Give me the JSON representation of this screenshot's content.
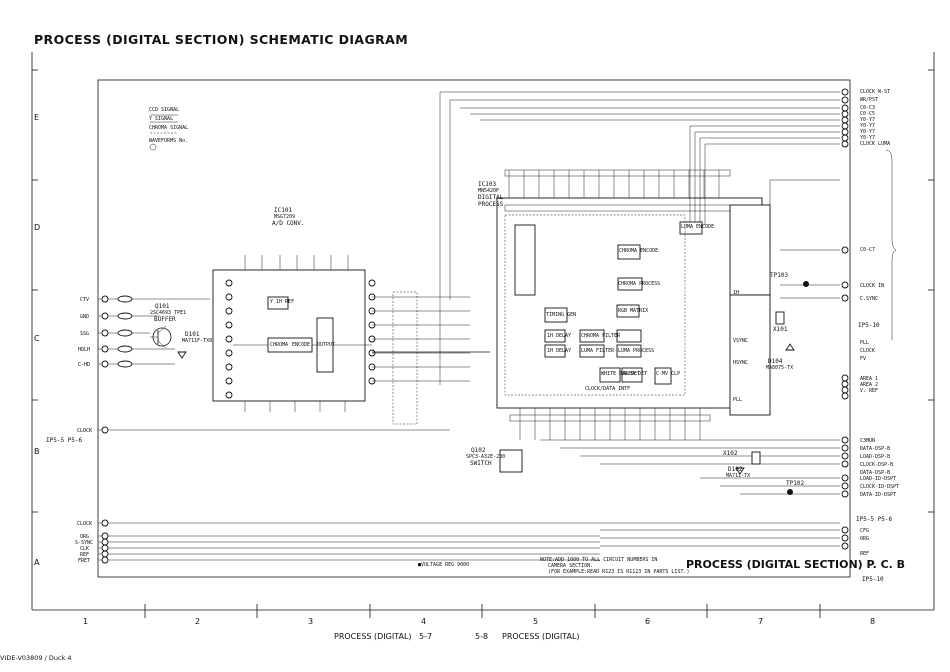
{
  "diagram": {
    "title": "PROCESS (DIGITAL SECTION) SCHEMATIC DIAGRAM",
    "pcb_title": "PROCESS (DIGITAL SECTION) P. C. B",
    "row_labels": [
      "E",
      "D",
      "C",
      "B",
      "A"
    ],
    "column_labels": [
      "1",
      "2",
      "3",
      "4",
      "5",
      "6",
      "7",
      "8"
    ],
    "footer_left": "PROCESS (DIGITAL)",
    "footer_page_left": "5-7",
    "footer_page_right": "5-8",
    "footer_right": "PROCESS (DIGITAL)",
    "footnote": "VIDE-V03809 / Duck 4",
    "note_lines": [
      "NOTE:ADD 1000 TO ALL CIRCUIT NUMBERS IN",
      "CAMERA SECTION.",
      "(FOR EXAMPLE:READ R123 IS R1123 IN PARTS LIST.)"
    ],
    "legend": [
      "CCD SIGNAL",
      "Y SIGNAL",
      "CHROMA SIGNAL",
      "WAVEFORMS No."
    ],
    "ic101": {
      "ref": "IC101",
      "part": "MSG7209",
      "function": "A/D CONV."
    },
    "ic103": {
      "ref": "IC103",
      "part": "MN5420P",
      "function": "DIGITAL",
      "function2": "PROCESS"
    },
    "q101": {
      "ref": "Q101",
      "part": "2SC4693 TPE1",
      "function": "BUFFER"
    },
    "q102": {
      "ref": "Q102",
      "part": "SPC3-A32E-230",
      "function": "SWITCH"
    },
    "d101": {
      "ref": "D101",
      "part": "MA711F-TX8"
    },
    "x101": {
      "ref": "X101"
    },
    "x102": {
      "ref": "X102"
    },
    "d102": {
      "ref": "D102",
      "part": "MA711-TX"
    },
    "d104": {
      "ref": "D104",
      "part": "MA8075-TX"
    },
    "tp103": "TP103",
    "tp102": "TP102",
    "vr_note": "■VOLTAGE REG 9000",
    "left_connectors": [
      "CTV",
      "GND",
      "SSG",
      "HDLH",
      "C-HD",
      "CLOCK",
      "CLOCK",
      "ORG",
      "S-SYNC",
      "CLK",
      "REF",
      "FRET"
    ],
    "left_ref_p": "IP5-5 P5-6",
    "right_connectors_top": [
      "CLOCK W-ST",
      "WR/PST",
      "C0-C3",
      "C0-C5",
      "Y0-Y7",
      "Y0-Y7",
      "Y0-Y7",
      "Y0-Y7",
      "CLOCK LUMA",
      "C0-C7",
      "CLOCK IN"
    ],
    "right_connectors_mid": [
      "C.SYNC",
      "AREA 1",
      "AREA 2",
      "V. REF",
      "PLL",
      "CLOCK",
      "FV"
    ],
    "right_connectors_low": [
      "C3MUN",
      "DATA-DSP-B",
      "LOAD-DSP-B",
      "CLOCK-DSP-B",
      "DATA-DSP-B",
      "LOAD-ID-DSPT",
      "CLOCK-ID-DSPT",
      "DATA-ID-DSPT"
    ],
    "right_ref_p": "IP5-10",
    "right_ref_p2": "IP5-5 P5-6",
    "right_ref_p3": "IP5-10",
    "right_connectors_bottom": [
      "CFG",
      "ORG",
      "REF"
    ],
    "blocks": [
      "CHROMA",
      "ENCODE",
      "OUTPUT",
      "LUMA ENCODE",
      "CHROMA ENCODE",
      "TIMING GEN",
      "RGB MATRIX",
      "CHROMA FILTER",
      "LUMA FILTER",
      "1H DELAY",
      "1H DELAY",
      "LUMA PROCESS",
      "CHROMA PROCESS",
      "WHITE BAL DET",
      "CLOCK/DATA INTF",
      "C-MV CLP",
      "AREA DET",
      "VSYNC",
      "HSYNC",
      "PLL",
      "1H",
      "Y 1H REF"
    ]
  }
}
